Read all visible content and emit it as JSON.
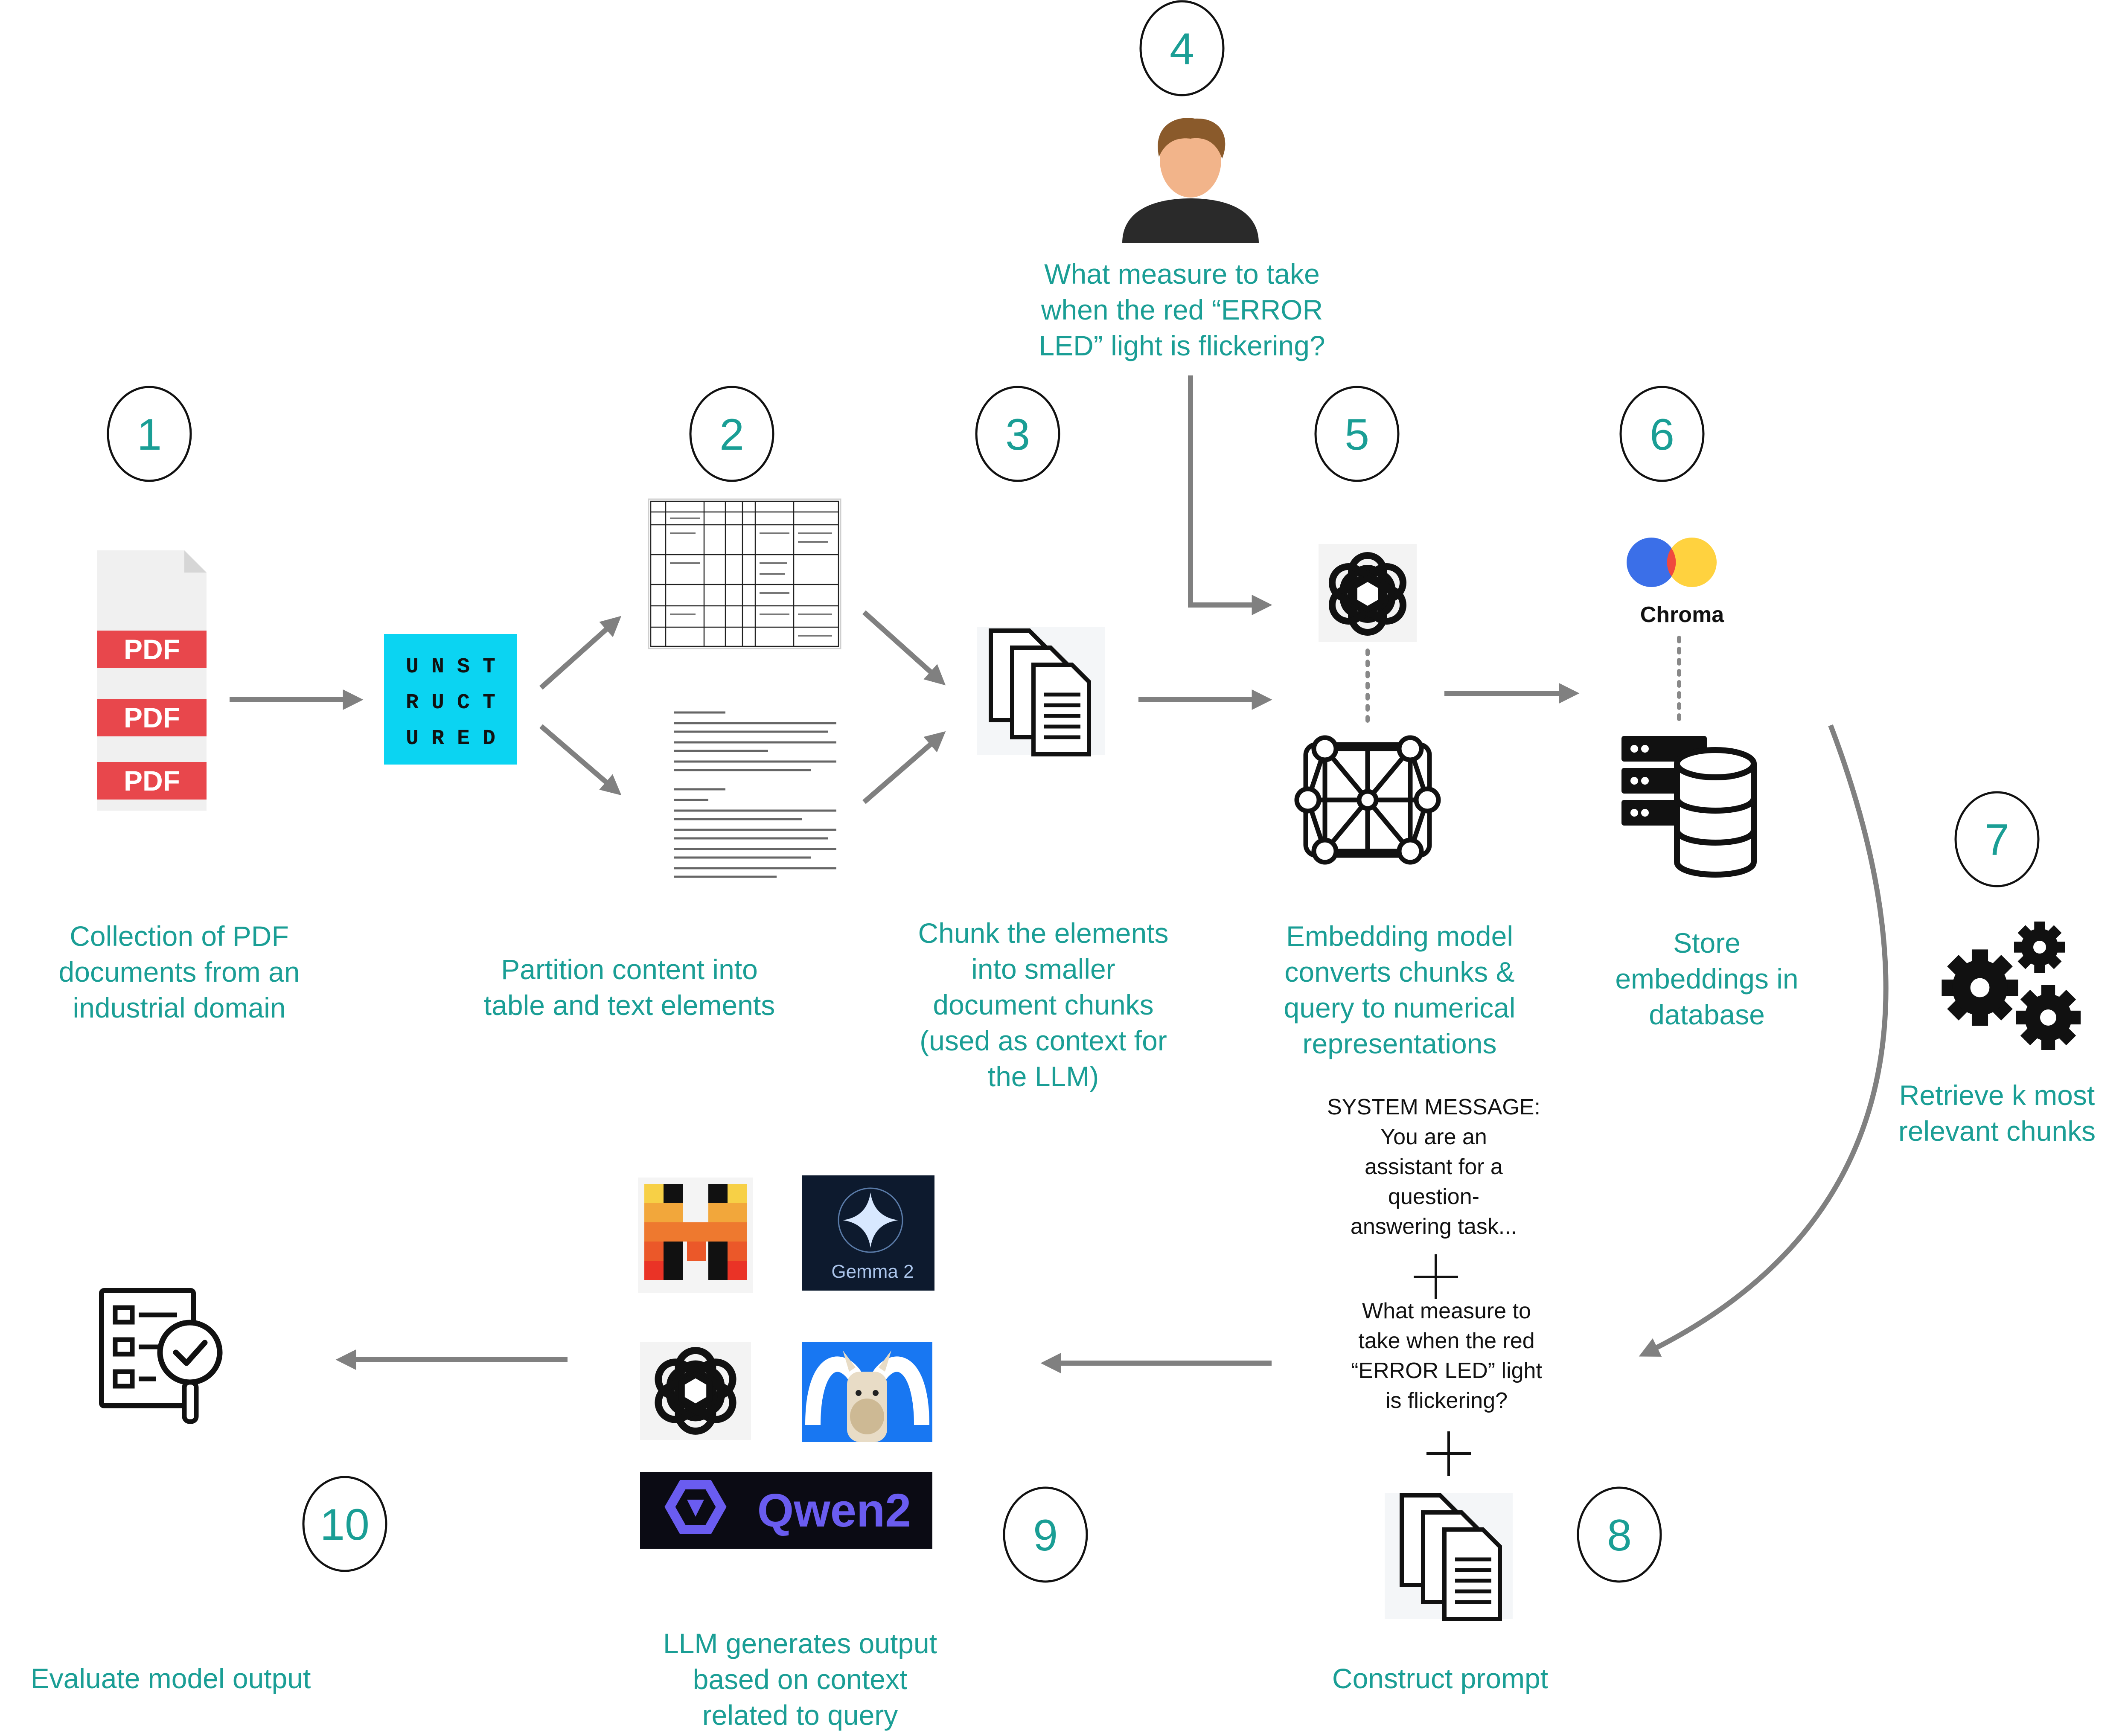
{
  "colors": {
    "accent_teal": "#1a9e95",
    "arrow_gray": "#808080",
    "pdf_red": "#e8474c",
    "unstructured_cyan": "#0bd4f2",
    "chroma_blue": "#3b6fe8",
    "chroma_red": "#f0483e",
    "chroma_yellow": "#ffd23f"
  },
  "steps": [
    {
      "number": "1",
      "caption": "Collection of PDF\ndocuments from an\nindustrial domain"
    },
    {
      "number": "2",
      "caption": "Partition content into\ntable and text elements"
    },
    {
      "number": "3",
      "caption": "Chunk the elements\ninto smaller\ndocument chunks\n(used as context for\nthe LLM)"
    },
    {
      "number": "4",
      "caption": "What measure to take\nwhen the red “ERROR\nLED” light is flickering?"
    },
    {
      "number": "5",
      "caption": "Embedding model\nconverts chunks &\nquery to numerical\nrepresentations"
    },
    {
      "number": "6",
      "caption": "Store\nembeddings in\ndatabase"
    },
    {
      "number": "7",
      "caption": "Retrieve k most\nrelevant chunks"
    },
    {
      "number": "8",
      "caption": "Construct prompt"
    },
    {
      "number": "9",
      "caption": "LLM generates output\nbased on context\nrelated to query"
    },
    {
      "number": "10",
      "caption": "Evaluate model output"
    }
  ],
  "prompt": {
    "system_message": "SYSTEM MESSAGE:\nYou are  an\nassistant for a\nquestion-\nanswering task...",
    "query": "What measure to\ntake when the red\n“ERROR LED” light\nis flickering?"
  },
  "logos": {
    "pdf_label": "PDF",
    "unstructured": [
      "U N S T",
      "R U C T",
      "U R E D"
    ],
    "chroma": "Chroma",
    "gemma": "Gemma 2",
    "qwen": "Qwen2"
  },
  "icons": [
    "pdf-files-icon",
    "unstructured-logo",
    "table-document-icon",
    "text-document-icon",
    "document-chunks-icon",
    "user-icon",
    "openai-logo-icon",
    "neural-network-icon",
    "chroma-logo",
    "database-server-icon",
    "gears-icon",
    "mistral-logo",
    "gemma-logo",
    "openai-logo-icon",
    "meta-llama-logo",
    "qwen-logo",
    "evaluation-checklist-icon"
  ]
}
